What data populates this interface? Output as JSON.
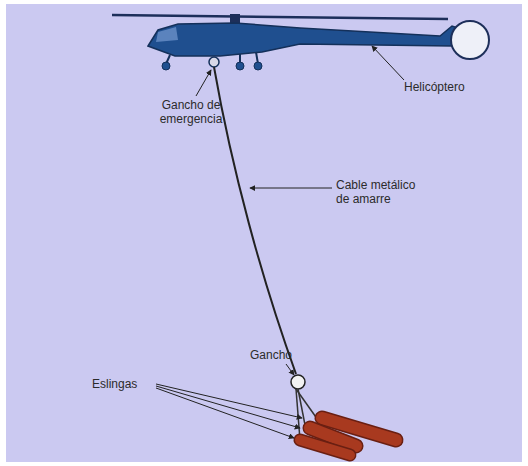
{
  "diagram": {
    "labels": [
      "Helicóptero",
      "Gancho de emergencia",
      "Cable metálico de amarre",
      "Gancho",
      "Eslingas"
    ]
  }
}
